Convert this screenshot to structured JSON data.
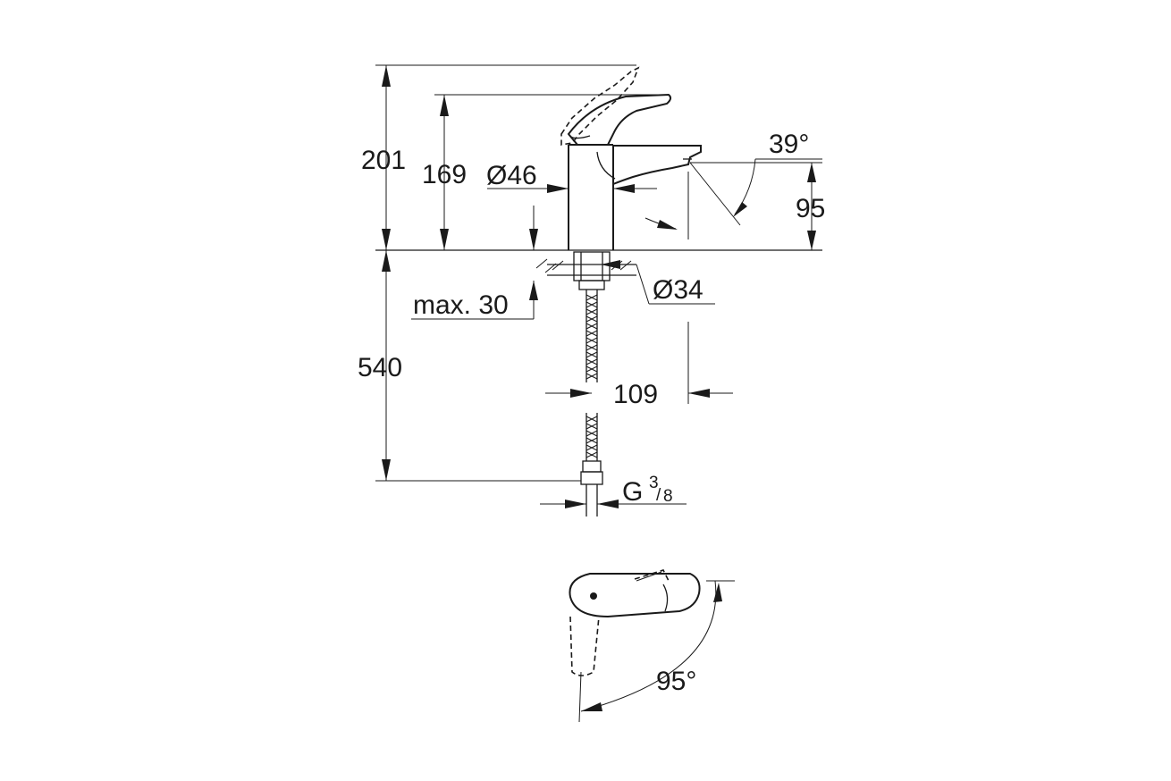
{
  "dimensions": {
    "overall_height": "201",
    "body_height": "169",
    "body_diameter": "Ø46",
    "spout_angle": "39°",
    "spout_height": "95",
    "hole_diameter": "Ø34",
    "max_deck_thickness": "max. 30",
    "hose_length": "540",
    "spout_reach": "109",
    "connection_main": "G",
    "connection_num": "3",
    "connection_den": "8",
    "lever_rotation": "95°"
  }
}
